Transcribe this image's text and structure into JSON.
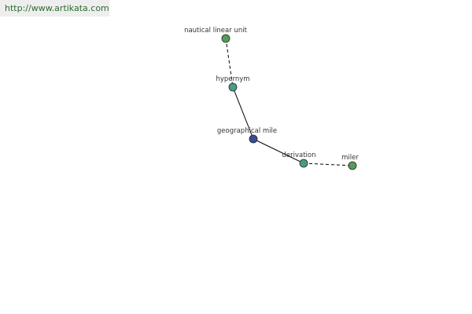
{
  "watermark": {
    "text": "http://www.artikata.com"
  },
  "graph": {
    "nodes": [
      {
        "id": "nautical",
        "label": "nautical linear unit",
        "color": "#5a9a5a"
      },
      {
        "id": "hypernym",
        "label": "hypernym",
        "color": "#4a9a8a"
      },
      {
        "id": "geo",
        "label": "geographical mile",
        "color": "#3a4a9a"
      },
      {
        "id": "derivation",
        "label": "derivation",
        "color": "#4a9a8a"
      },
      {
        "id": "miler",
        "label": "miler",
        "color": "#5a9a5a"
      }
    ],
    "edges": [
      {
        "from": "nautical",
        "to": "hypernym",
        "style": "dashed"
      },
      {
        "from": "hypernym",
        "to": "geo",
        "style": "solid"
      },
      {
        "from": "geo",
        "to": "derivation",
        "style": "solid"
      },
      {
        "from": "derivation",
        "to": "miler",
        "style": "dashed"
      }
    ]
  }
}
